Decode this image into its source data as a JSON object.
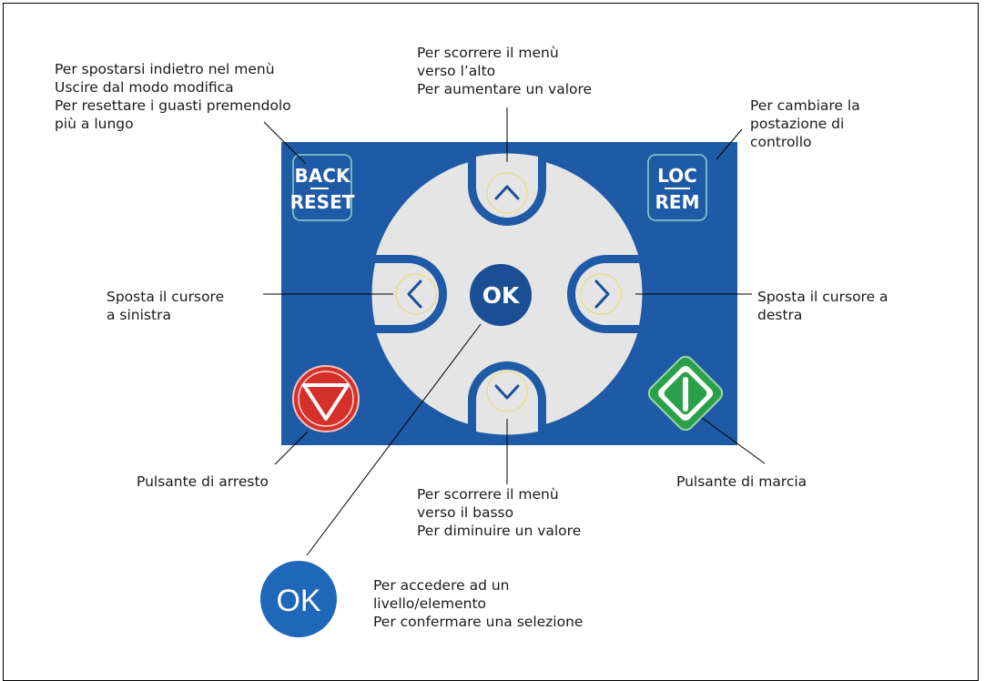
{
  "keypad": {
    "back_label": "BACK",
    "reset_label": "RESET",
    "loc_label": "LOC",
    "rem_label": "REM",
    "ok_label": "OK"
  },
  "legend": {
    "ok_label": "OK"
  },
  "colors": {
    "panel_blue": "#1f5aa6",
    "button_blue": "#1a4f96",
    "ring_grey": "#e5e5e5",
    "stop_red": "#d6302b",
    "start_green": "#2ba04b",
    "ok_legend_blue": "#1f67b8",
    "button_text": "#ffffff"
  },
  "callouts": {
    "back_reset": [
      "Per spostarsi indietro nel menù",
      "Uscire dal modo modifica",
      "Per resettare i guasti premendolo",
      "più a lungo"
    ],
    "up": [
      "Per scorrere il menù",
      "verso l’alto",
      "Per aumentare un valore"
    ],
    "loc_rem": [
      "Per cambiare la",
      "postazione di",
      "controllo"
    ],
    "left": [
      "Sposta il cursore",
      "a sinistra"
    ],
    "right": [
      "Sposta il cursore a",
      "destra"
    ],
    "stop": [
      "Pulsante di arresto"
    ],
    "down": [
      "Per scorrere il menù",
      "verso il basso",
      "Per diminuire un valore"
    ],
    "start": [
      "Pulsante di marcia"
    ],
    "ok": [
      "Per accedere ad un",
      "livello/elemento",
      "Per confermare una selezione"
    ]
  }
}
